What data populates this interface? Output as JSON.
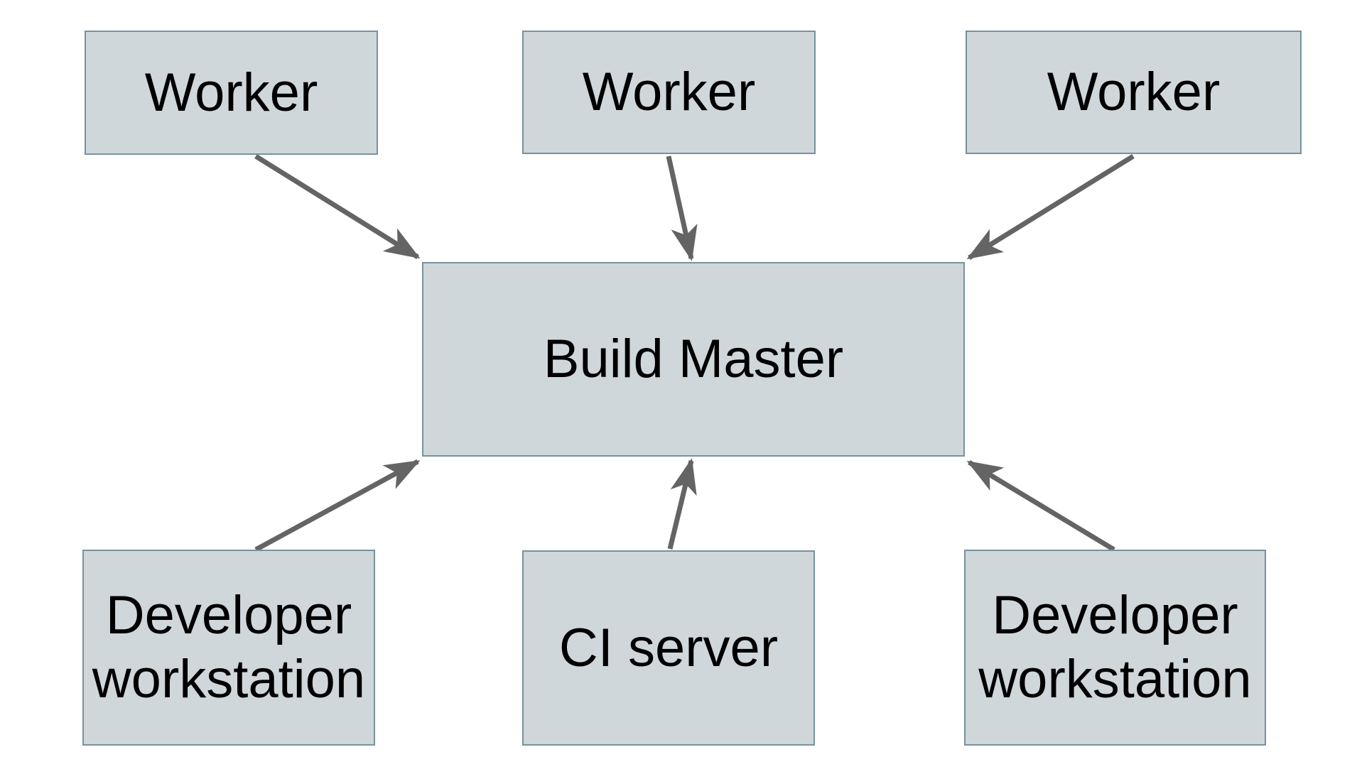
{
  "colors": {
    "background": "#ffffff",
    "node_fill": "#cfd7da",
    "node_border": "#77929d",
    "arrow_color": "#646464",
    "label_color": "#000000"
  },
  "diagram": {
    "nodes": {
      "worker_1": {
        "label": "Worker"
      },
      "worker_2": {
        "label": "Worker"
      },
      "worker_3": {
        "label": "Worker"
      },
      "build_master": {
        "label": "Build Master"
      },
      "developer_workstation_left": {
        "label": "Developer workstation"
      },
      "ci_server": {
        "label": "CI server"
      },
      "developer_workstation_right": {
        "label": "Developer workstation"
      }
    },
    "edges": [
      {
        "from": "worker_1",
        "to": "build_master"
      },
      {
        "from": "worker_2",
        "to": "build_master"
      },
      {
        "from": "worker_3",
        "to": "build_master"
      },
      {
        "from": "developer_workstation_left",
        "to": "build_master"
      },
      {
        "from": "ci_server",
        "to": "build_master"
      },
      {
        "from": "developer_workstation_right",
        "to": "build_master"
      }
    ]
  }
}
